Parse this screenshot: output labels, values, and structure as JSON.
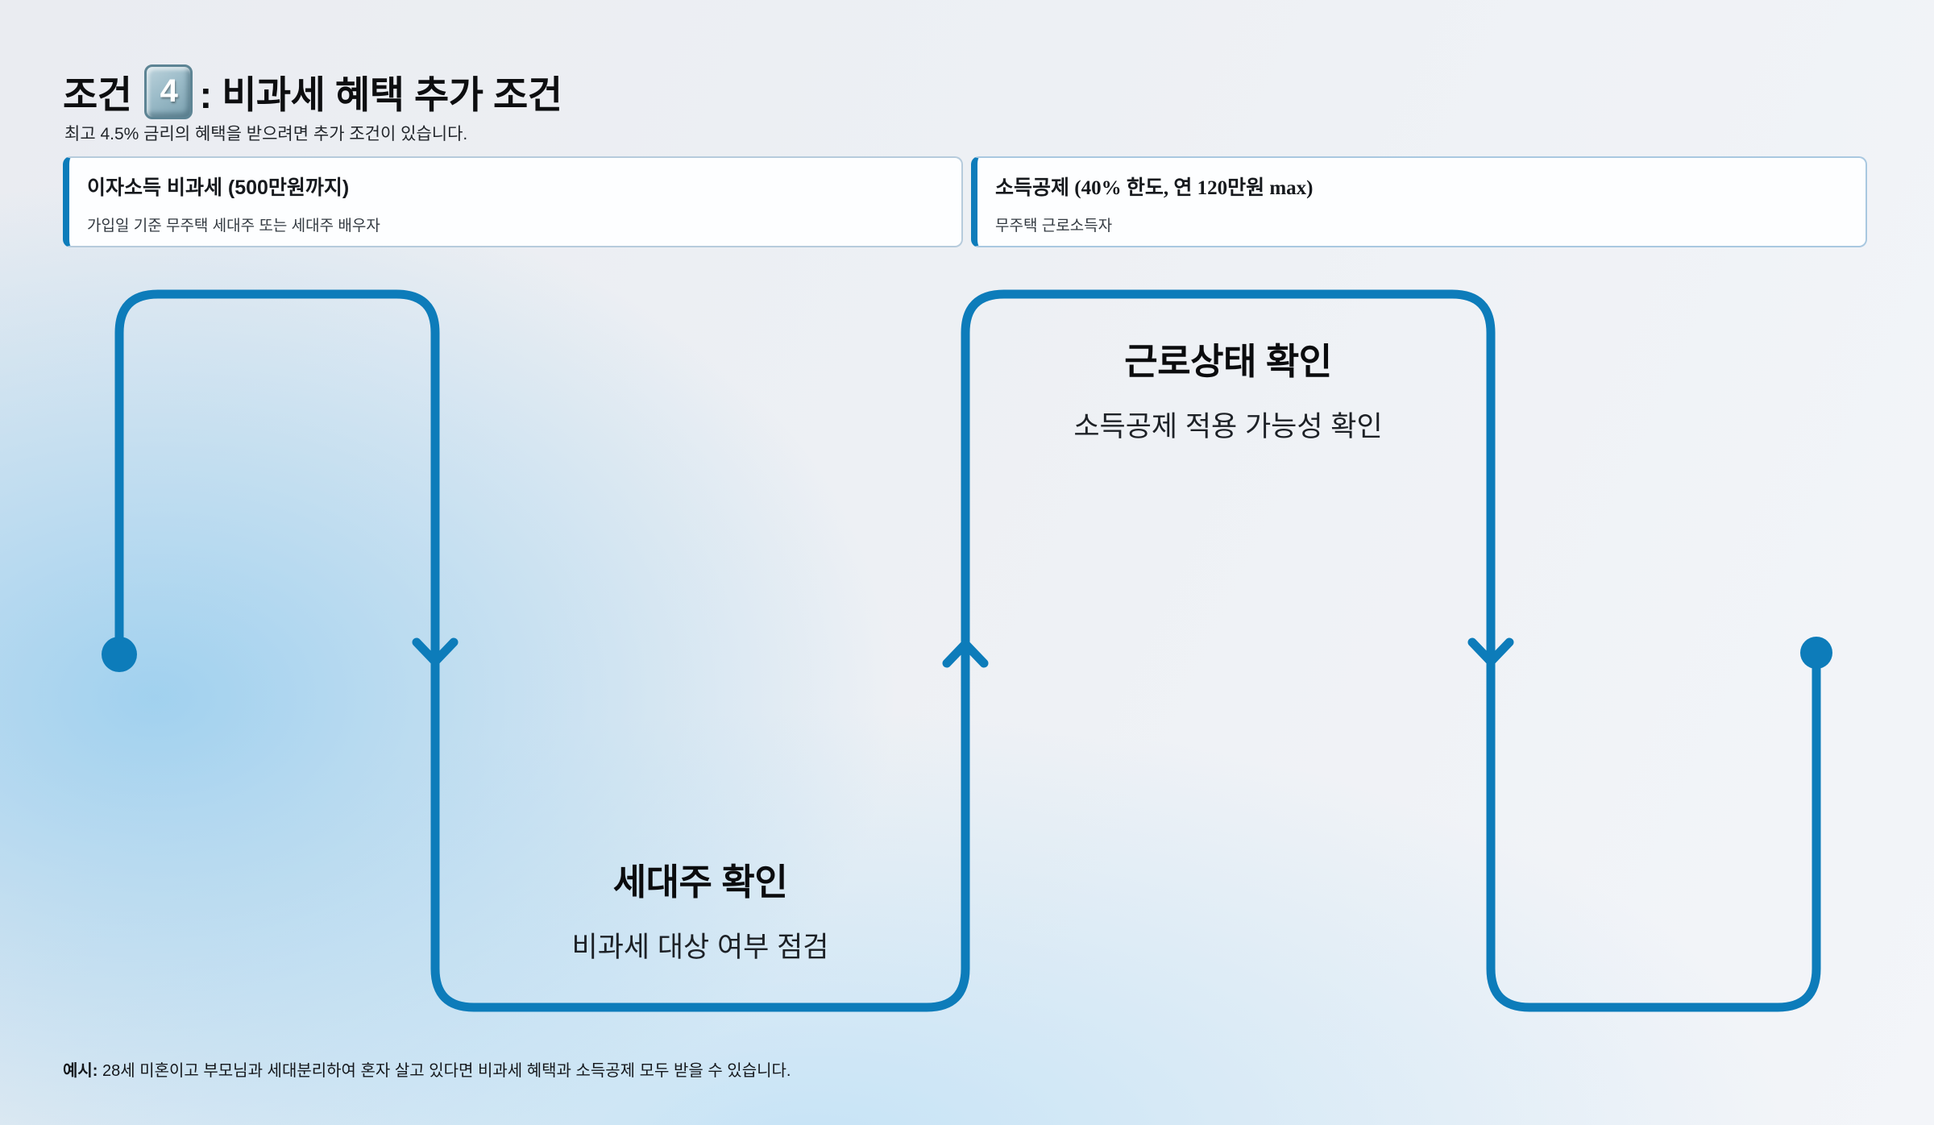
{
  "theme": {
    "accent": "#0d7cba",
    "keycap_border": "#5d8494",
    "background_blue": "#c8e4f3",
    "background_gray": "#edeff3"
  },
  "header": {
    "title_prefix": "조건",
    "keycap_digit": "4",
    "title_suffix": ": 비과세 혜택 추가 조건",
    "subtitle": "최고 4.5% 금리의 혜택을 받으려면 추가 조건이 있습니다."
  },
  "cards": [
    {
      "title": "이자소득 비과세 (500만원까지)",
      "description": "가입일 기준 무주택 세대주 또는 세대주 배우자"
    },
    {
      "title_main": "소득공제",
      "title_detail": " (40% 한도, 연 120만원 max)",
      "description": "무주택 근로소득자"
    }
  ],
  "flow": {
    "top_step": {
      "title": "근로상태 확인",
      "subtitle": "소득공제 적용 가능성 확인"
    },
    "bottom_step": {
      "title": "세대주 확인",
      "subtitle": "비과세 대상 여부 점검"
    }
  },
  "footer": {
    "label": "예시:",
    "text": " 28세 미혼이고 부모님과 세대분리하여 혼자 살고 있다면 비과세 혜택과 소득공제 모두 받을 수 있습니다."
  }
}
